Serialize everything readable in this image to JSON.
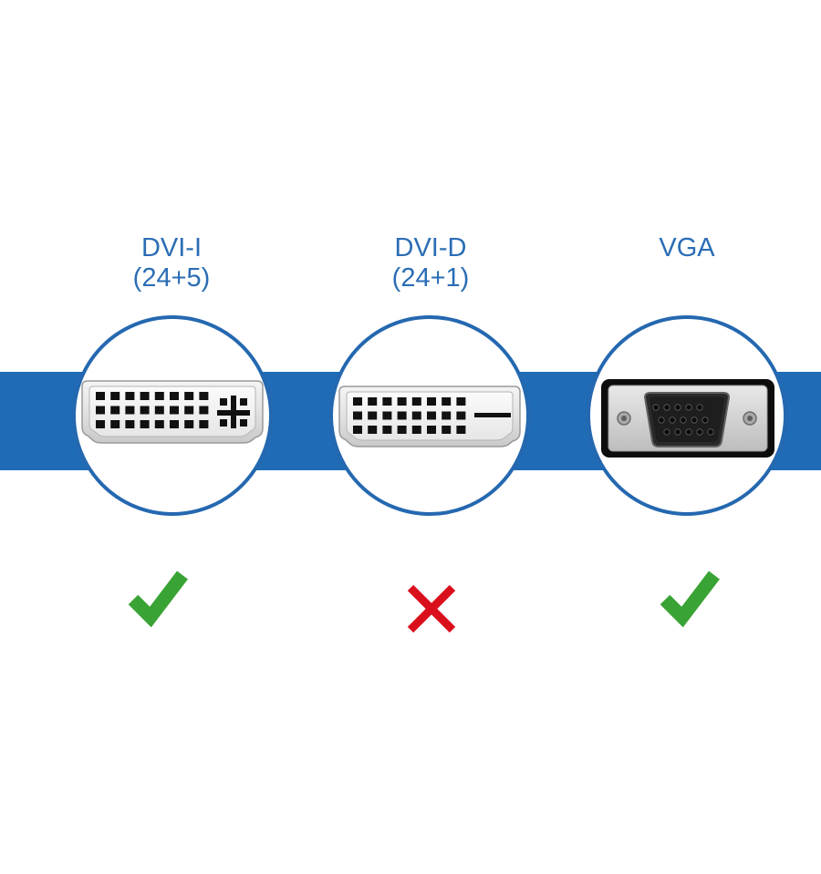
{
  "colors": {
    "band": "#1f6bb5",
    "circle_border": "#2468b0",
    "label": "#2b6db5",
    "check": "#3aa335",
    "cross": "#d9101c"
  },
  "connectors": [
    {
      "name": "DVI-I",
      "pins": "(24+5)",
      "status": "supported",
      "status_icon": "check-icon"
    },
    {
      "name": "DVI-D",
      "pins": "(24+1)",
      "status": "not-supported",
      "status_icon": "cross-icon"
    },
    {
      "name": "VGA",
      "pins": "",
      "status": "supported",
      "status_icon": "check-icon"
    }
  ]
}
